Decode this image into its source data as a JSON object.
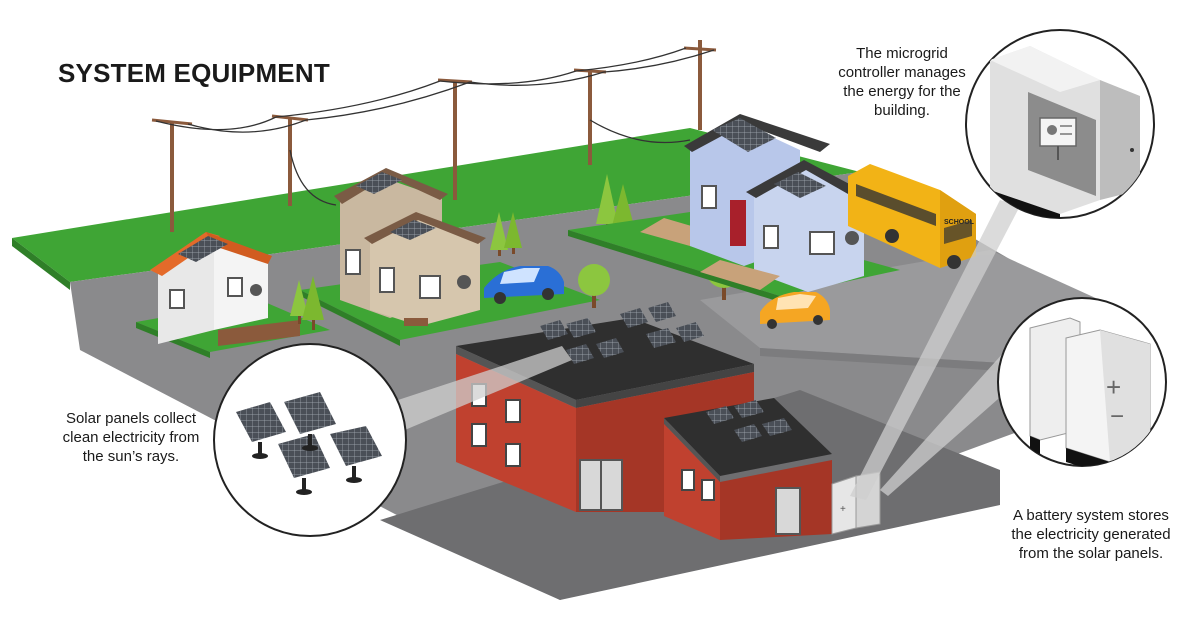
{
  "title": "SYSTEM EQUIPMENT",
  "captions": {
    "solar": [
      "Solar panels collect",
      "clean electricity from",
      "the sun’s rays."
    ],
    "controller": [
      "The microgrid",
      "controller manages",
      "the energy for the",
      "building."
    ],
    "battery": [
      "A battery system stores",
      "the electricity generated",
      "from the solar panels."
    ]
  },
  "bus_label": "SCHOOL",
  "battery_symbols": {
    "plus": "+",
    "minus": "−"
  },
  "colors": {
    "grass": "#3fa535",
    "grass_edge": "#2f7f28",
    "road": "#8a8a8c",
    "lot": "#6e6e70",
    "brick": "#c0412f",
    "brick_dark": "#96301f",
    "roof_dark": "#3a3a3a",
    "house_blue": "#b8c7ea",
    "house_tan": "#c9b8a0",
    "roof_orange": "#e46a2a",
    "bus": "#f2b316",
    "car_blue": "#2a6fd6",
    "car_orange": "#f5a623",
    "tree": "#8cc63f",
    "trunk": "#7a4a2a",
    "pole": "#8b5a3c",
    "panel": "#4a4f57"
  }
}
